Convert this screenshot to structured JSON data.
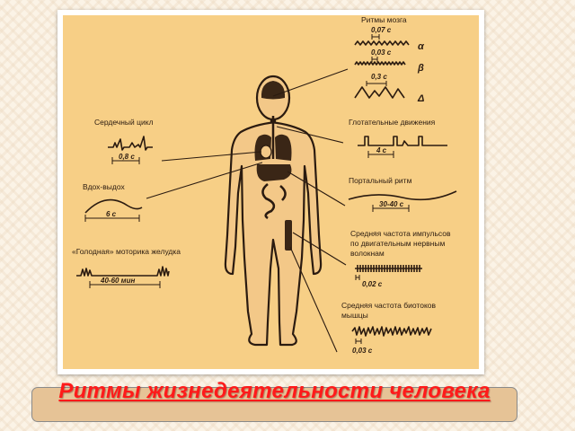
{
  "slide": {
    "title": "Ритмы жизнедеятельности человека"
  },
  "colors": {
    "figure_background": "#f7cf86",
    "title_text": "#ff1a1a",
    "title_bar": "#e6c396"
  },
  "figure": {
    "brain": {
      "label": "Ритмы мозга",
      "alpha_period": "0,07 с",
      "beta_period": "0,03 с",
      "delta_period": "0,3 с",
      "alpha_symbol": "α",
      "beta_symbol": "β",
      "delta_symbol": "Δ"
    },
    "heart": {
      "label": "Сердечный цикл",
      "period": "0,8 с"
    },
    "breathing": {
      "label": "Вдох-выдох",
      "period": "6 с"
    },
    "stomach": {
      "label": "«Голодная» моторика желудка",
      "period": "40-60 мин"
    },
    "swallowing": {
      "label": "Глотательные движения",
      "period": "4 с"
    },
    "portal": {
      "label": "Портальный ритм",
      "period": "30-40 с"
    },
    "nerve": {
      "label_line1": "Средняя частота импульсов",
      "label_line2": "по двигательным нервным",
      "label_line3": "волокнам",
      "period": "0,02 с"
    },
    "muscle": {
      "label_line1": "Средняя частота биотоков",
      "label_line2": "мышцы",
      "period": "0,03 с"
    }
  }
}
